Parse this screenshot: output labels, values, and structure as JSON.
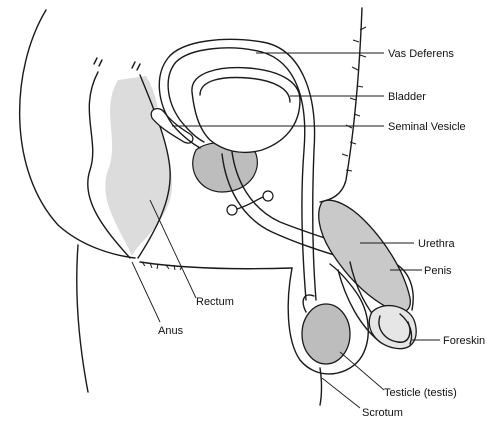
{
  "diagram": {
    "labels": {
      "vas_deferens": "Vas Deferens",
      "bladder": "Bladder",
      "seminal_vesicle": "Seminal Vesicle",
      "urethra": "Urethra",
      "penis": "Penis",
      "rectum": "Rectum",
      "anus": "Anus",
      "foreskin": "Foreskin",
      "testicle": "Testicle (testis)",
      "scrotum": "Scrotum"
    },
    "colors": {
      "line": "#1a1a1a",
      "organ_fill": "#bdbdbd",
      "shading": "#d9d9d9",
      "background": "#ffffff"
    }
  }
}
